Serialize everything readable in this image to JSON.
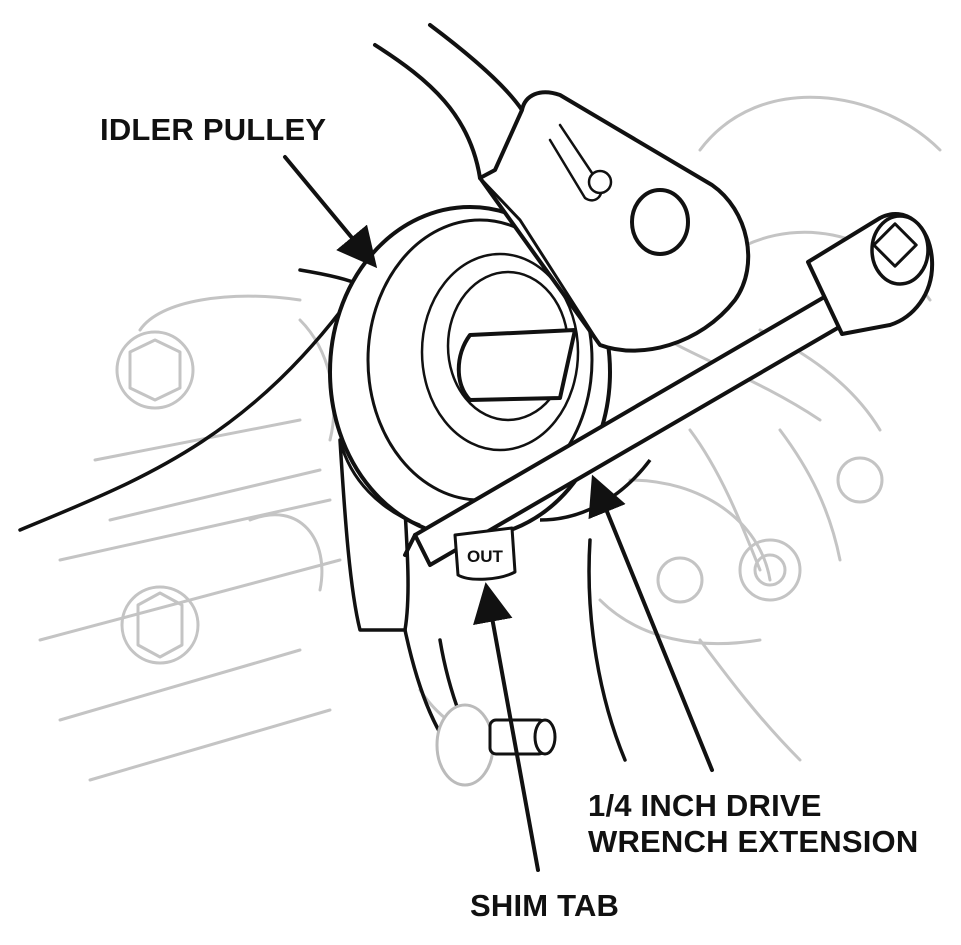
{
  "labels": {
    "idler_pulley": "IDLER PULLEY",
    "wrench_line1": "1/4 INCH DRIVE",
    "wrench_line2": "WRENCH EXTENSION",
    "shim_tab": "SHIM TAB",
    "shim_marking": "OUT"
  },
  "colors": {
    "ink": "#111111",
    "ghost": "#c8c8c8",
    "background": "#ffffff"
  }
}
